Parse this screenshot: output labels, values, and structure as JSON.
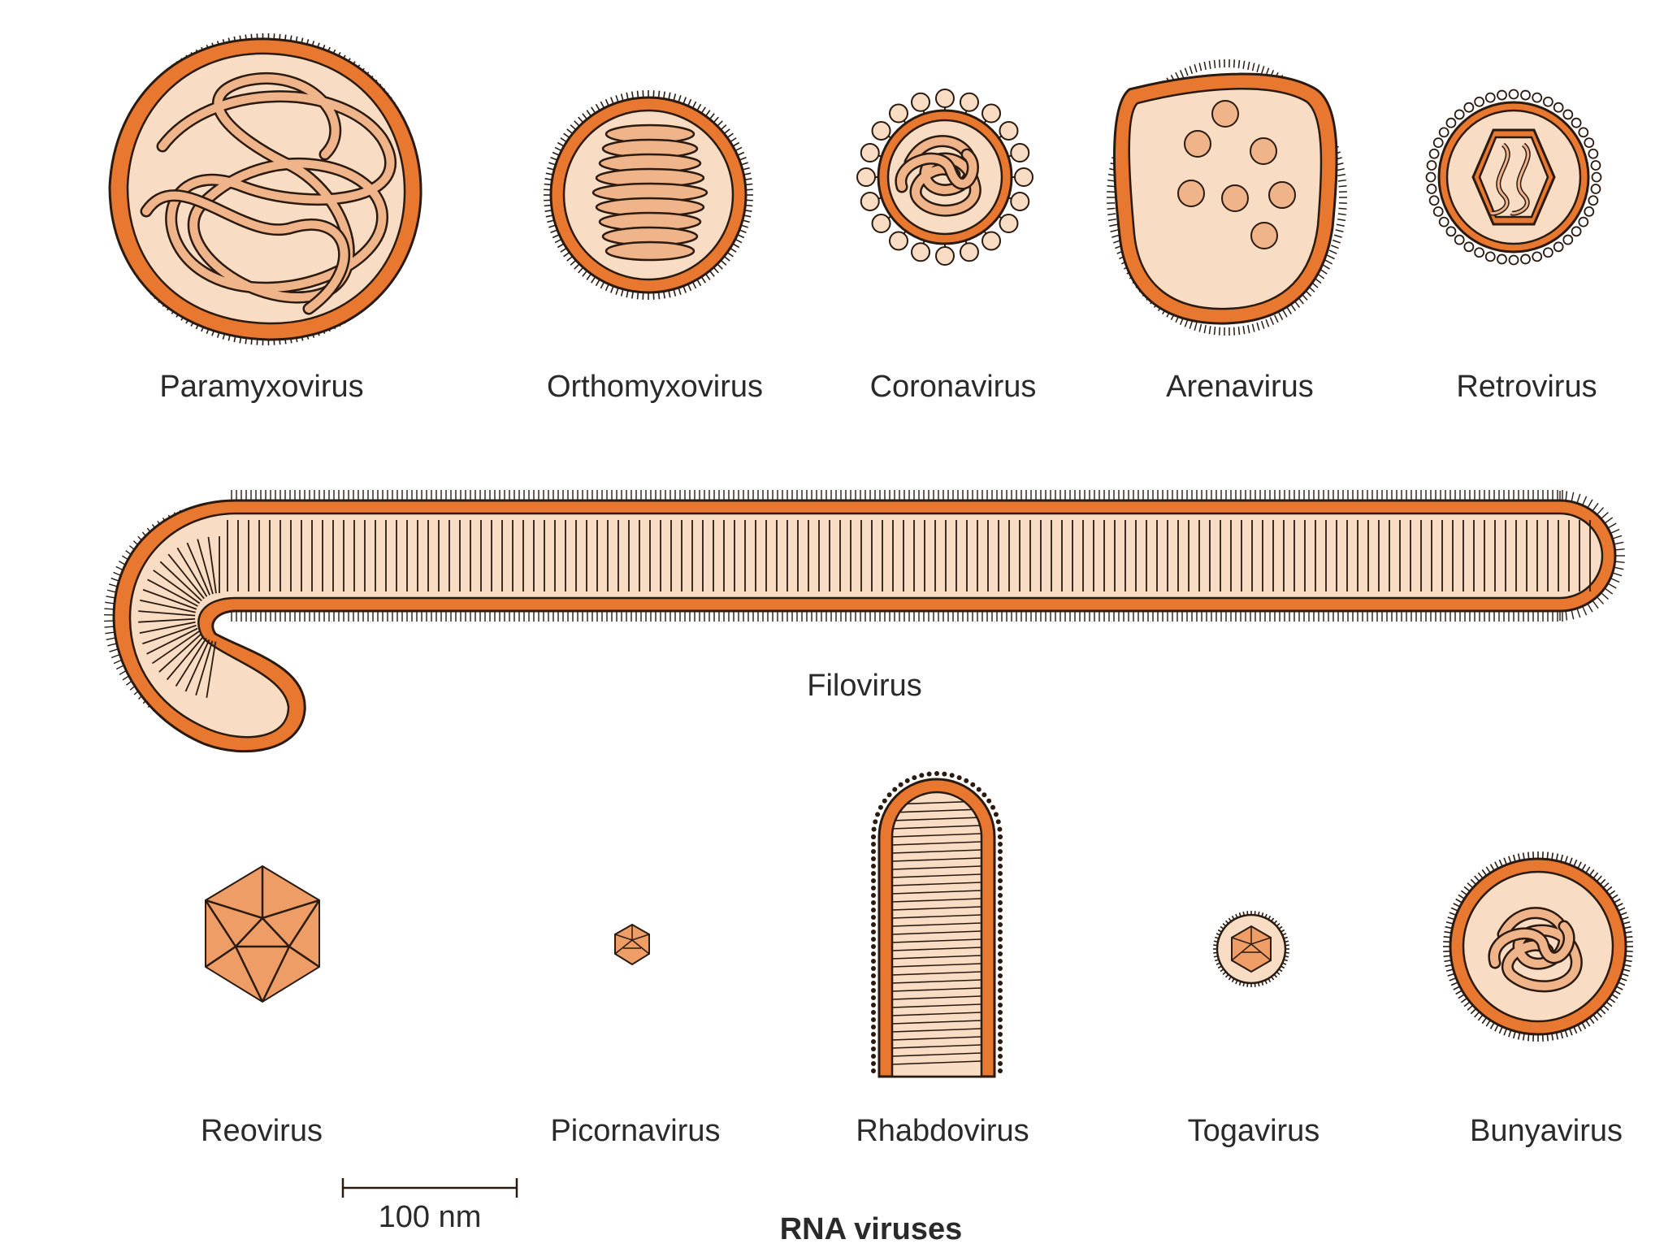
{
  "title": "RNA viruses",
  "scale_bar": {
    "label": "100 nm"
  },
  "viruses": {
    "paramyxovirus": "Paramyxovirus",
    "orthomyxovirus": "Orthomyxovirus",
    "coronavirus": "Coronavirus",
    "arenavirus": "Arenavirus",
    "retrovirus": "Retrovirus",
    "filovirus": "Filovirus",
    "reovirus": "Reovirus",
    "picornavirus": "Picornavirus",
    "rhabdovirus": "Rhabdovirus",
    "togavirus": "Togavirus",
    "bunyavirus": "Bunyavirus"
  },
  "colors": {
    "envelope": "#e8782f",
    "interior": "#f8dcc3",
    "capsid": "#f0b48a",
    "outline": "#2a1a10"
  }
}
